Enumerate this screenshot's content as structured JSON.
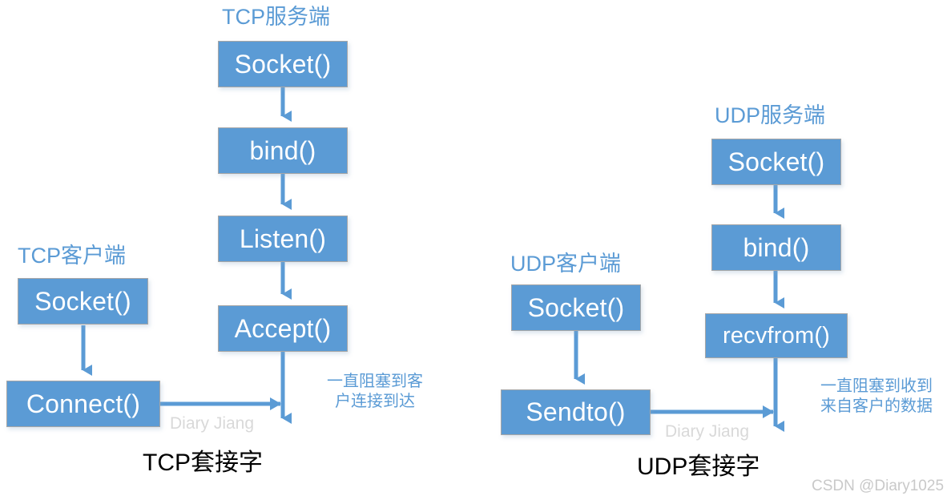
{
  "diagram": {
    "accent_blue": "#5B9BD5",
    "box_border": "#A6A6A6",
    "box_text": "#FFFFFF",
    "caption_color": "#000000",
    "watermark_color": "#D9D9D9",
    "background": "#FFFFFF"
  },
  "tcp": {
    "server_title": "TCP服务端",
    "client_title": "TCP客户端",
    "caption": "TCP套接字",
    "annotation": "一直阻塞到客\n户连接到达",
    "server_steps": [
      {
        "label": "Socket()"
      },
      {
        "label": "bind()"
      },
      {
        "label": "Listen()"
      },
      {
        "label": "Accept()"
      }
    ],
    "client_steps": [
      {
        "label": "Socket()"
      },
      {
        "label": "Connect()"
      }
    ],
    "watermark": "Diary Jiang"
  },
  "udp": {
    "server_title": "UDP服务端",
    "client_title": "UDP客户端",
    "caption": "UDP套接字",
    "annotation": "一直阻塞到收到\n来自客户的数据",
    "server_steps": [
      {
        "label": "Socket()"
      },
      {
        "label": "bind()"
      },
      {
        "label": "recvfrom()"
      }
    ],
    "client_steps": [
      {
        "label": "Socket()"
      },
      {
        "label": "Sendto()"
      }
    ],
    "watermark": "Diary Jiang"
  },
  "footer": {
    "credit": "CSDN @Diary1025"
  }
}
